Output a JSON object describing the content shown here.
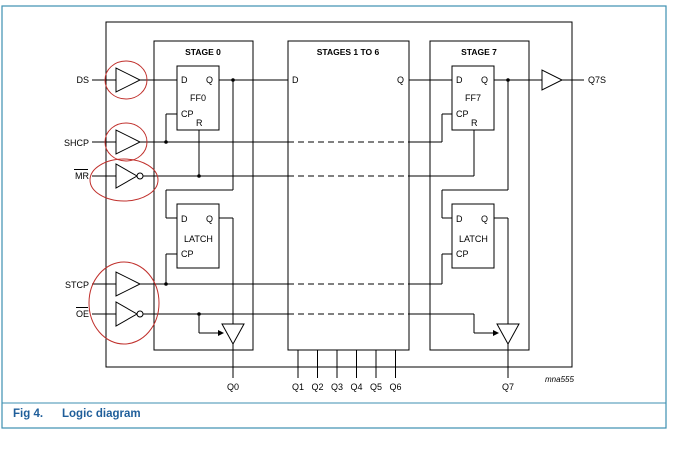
{
  "figure": {
    "caption_number": "Fig 4.",
    "caption_title": "Logic diagram",
    "reference": "mna555",
    "border_color": "#3d8fb0",
    "caption_color": "#1f5e9a",
    "highlight_color": "#c0302c"
  },
  "inputs": {
    "ds": "DS",
    "shcp": "SHCP",
    "mr": "MR",
    "stcp": "STCP",
    "oe": "OE"
  },
  "stage0": {
    "title": "STAGE 0",
    "ff_d": "D",
    "ff_q": "Q",
    "ff_name": "FF0",
    "ff_cp": "CP",
    "ff_r": "R",
    "latch_d": "D",
    "latch_q": "Q",
    "latch_name": "LATCH",
    "latch_cp": "CP",
    "output": "Q0"
  },
  "middle": {
    "title": "STAGES 1 TO 6",
    "d": "D",
    "q": "Q",
    "outputs": [
      "Q1",
      "Q2",
      "Q3",
      "Q4",
      "Q5",
      "Q6"
    ]
  },
  "stage7": {
    "title": "STAGE 7",
    "ff_d": "D",
    "ff_q": "Q",
    "ff_name": "FF7",
    "ff_cp": "CP",
    "ff_r": "R",
    "latch_d": "D",
    "latch_q": "Q",
    "latch_name": "LATCH",
    "latch_cp": "CP",
    "output": "Q7",
    "serial_out": "Q7S"
  }
}
